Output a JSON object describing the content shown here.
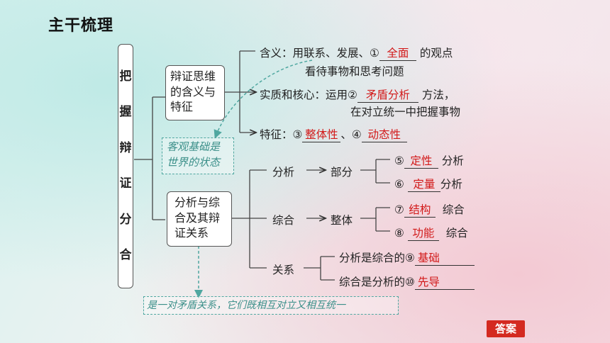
{
  "title": "主干梳理",
  "root_label": [
    "把",
    "握",
    "辩",
    "证",
    "分",
    "合"
  ],
  "box1": {
    "line1": "辩证思维",
    "line2": "的含义与",
    "line3": "特征"
  },
  "box2": {
    "line1": "分析与综",
    "line2": "合及其辩",
    "line3": "证关系"
  },
  "meaning": {
    "pre": "含义：用联系、发展、①",
    "answer": "全面",
    "post": "的观点",
    "line2": "看待事物和思考问题"
  },
  "essence": {
    "pre": "实质和核心：运用②",
    "answer": "矛盾分析",
    "post": "方法，",
    "line2": "在对立统一中把握事物"
  },
  "feature": {
    "pre": "特征：③",
    "answer3": "整体性",
    "sep": "、④",
    "answer4": "动态性"
  },
  "note1": {
    "line1": "客观基础是",
    "line2": "世界的状态"
  },
  "note2": "是一对矛盾关系，它们既相互对立又相互统一",
  "analysis": {
    "label": "分析",
    "arrow": "→",
    "target": "部分",
    "item5": {
      "num": "⑤",
      "answer": "定性",
      "suffix": "分析"
    },
    "item6": {
      "num": "⑥",
      "answer": "定量",
      "suffix": "分析"
    }
  },
  "synthesis": {
    "label": "综合",
    "arrow": "→",
    "target": "整体",
    "item7": {
      "num": "⑦",
      "answer": "结构",
      "suffix": "综合"
    },
    "item8": {
      "num": "⑧",
      "answer": "功能",
      "suffix": "综合"
    }
  },
  "relation": {
    "label": "关系",
    "item9": {
      "pre": "分析是综合的⑨",
      "answer": "基础"
    },
    "item10": {
      "pre": "综合是分析的⑩",
      "answer": "先导"
    }
  },
  "answer_button": "答案",
  "colors": {
    "answer_red": "#d21919",
    "note_teal": "#3b8f89",
    "button_red": "#d42a20"
  }
}
